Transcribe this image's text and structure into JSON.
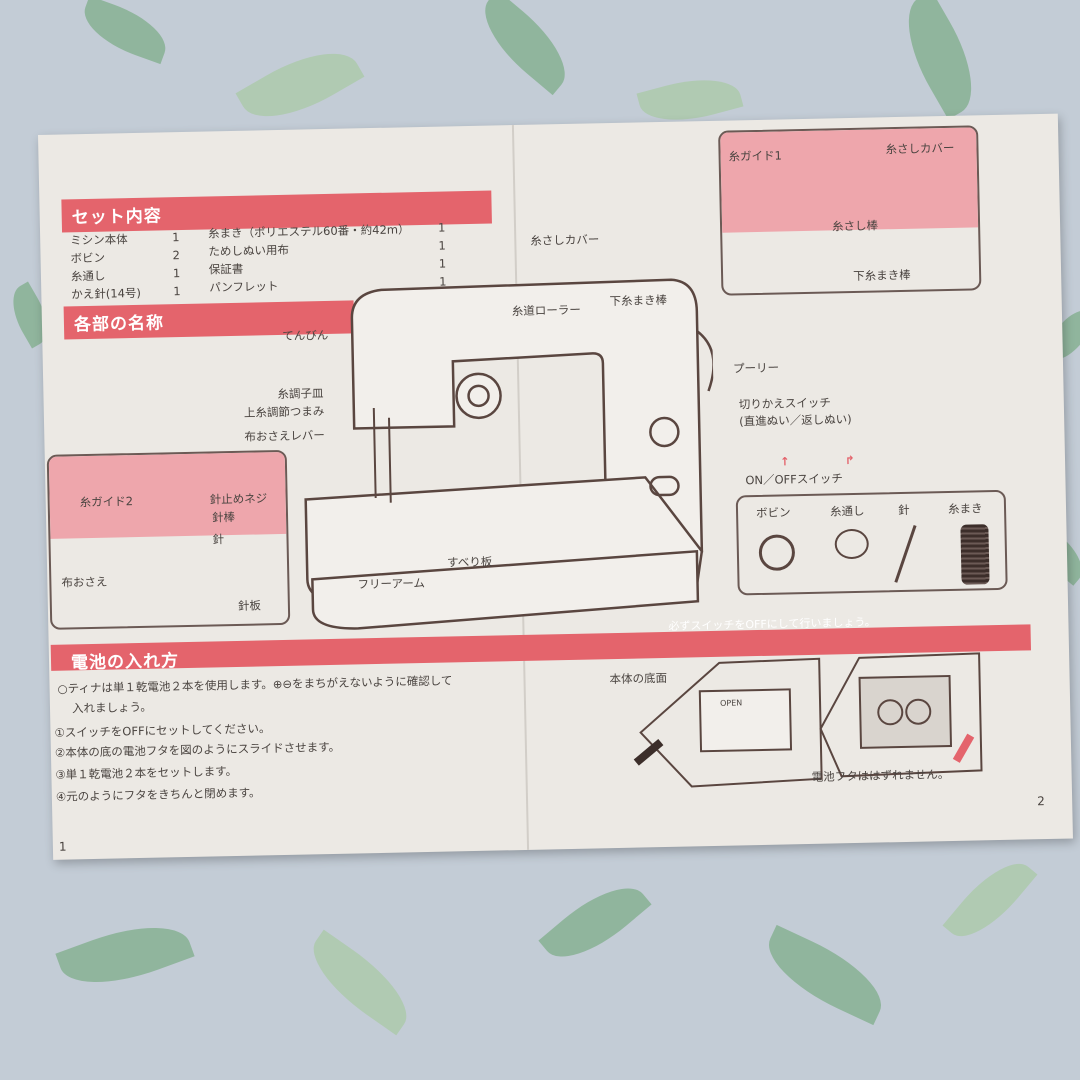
{
  "set_contents": {
    "title": "セット内容",
    "left_items": [
      {
        "name": "ミシン本体",
        "qty": "1"
      },
      {
        "name": "ボビン",
        "qty": "2"
      },
      {
        "name": "糸通し",
        "qty": "1"
      },
      {
        "name": "かえ針(14号)",
        "qty": "1"
      }
    ],
    "right_items": [
      {
        "name": "糸まき（ポリエステル60番・約42m）",
        "qty": "1"
      },
      {
        "name": "ためしぬい用布",
        "qty": "1"
      },
      {
        "name": "保証書",
        "qty": "1"
      },
      {
        "name": "パンフレット",
        "qty": "1"
      }
    ]
  },
  "parts": {
    "title": "各部の名称",
    "labels": [
      "てんびん",
      "糸調子皿",
      "上糸調節つまみ",
      "布おさえレバー",
      "糸さしカバー",
      "糸道ローラー",
      "下糸まき棒",
      "プーリー",
      "切りかえスイッチ",
      "(直進ぬい／返しぬい)",
      "ON／OFFスイッチ",
      "すべり板",
      "フリーアーム"
    ],
    "inset_left": [
      "糸ガイド2",
      "針止めネジ",
      "針棒",
      "針",
      "布おさえ",
      "針板"
    ],
    "inset_right": [
      "糸ガイド1",
      "糸さしカバー",
      "糸さし棒",
      "下糸まき棒"
    ],
    "accessories": [
      "ボビン",
      "糸通し",
      "針",
      "糸まき"
    ]
  },
  "battery": {
    "title": "電池の入れ方",
    "notice": "必ずスイッチをOFFにして行いましょう。",
    "intro": "○ティナは単１乾電池２本を使用します。⊕⊖をまちがえないように確認して",
    "intro2": "入れましょう。",
    "steps": [
      "①スイッチをOFFにセットしてください。",
      "②本体の底の電池フタを図のようにスライドさせます。",
      "③単１乾電池２本をセットします。",
      "④元のようにフタをきちんと閉めます。"
    ],
    "bottom_label": "本体の底面",
    "open_label": "OPEN",
    "cover_note": "電池フタははずれません。"
  },
  "page_numbers": [
    "1",
    "2"
  ],
  "colors": {
    "accent": "#e4646c",
    "pink": "#eea6ac",
    "fabric": "#c3ccd6"
  }
}
